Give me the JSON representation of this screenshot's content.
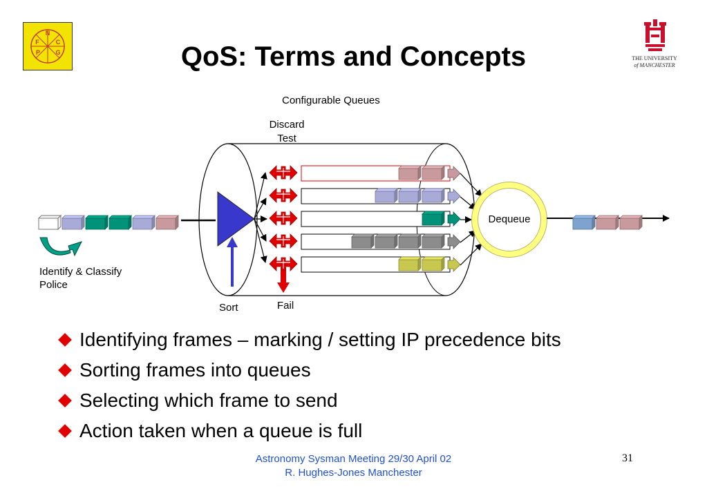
{
  "slide": {
    "title": "QoS: Terms and Concepts",
    "page_number": "31"
  },
  "logos": {
    "left_logo_letters": [
      "N",
      "F",
      "C",
      "P",
      "G"
    ],
    "university_line1": "THE UNIVERSITY",
    "university_line2": "of MANCHESTER"
  },
  "diagram": {
    "configurable_queues_label": "Configurable Queues",
    "discard_test_label_line1": "Discard",
    "discard_test_label_line2": "Test",
    "dequeue_label": "Dequeue",
    "identify_label_line1": "Identify & Classify",
    "identify_label_line2": "Police",
    "sort_label": "Sort",
    "fail_label": "Fail",
    "colors": {
      "rose": "#c89a9e",
      "lavender": "#a8abd8",
      "teal": "#00937a",
      "gray": "#8c8c8c",
      "olive": "#c8c850",
      "steelblue": "#7fa3cf",
      "red": "#e00000",
      "sort_triangle": "#3838cc",
      "dequeue_ring": "#ffff80"
    },
    "input_frames": [
      "empty",
      "lavender",
      "teal",
      "teal",
      "lavender",
      "rose"
    ],
    "queues": [
      {
        "frames": [
          "rose",
          "rose"
        ],
        "arrow": "rose"
      },
      {
        "frames": [
          "lavender",
          "lavender",
          "lavender"
        ],
        "arrow": "lavender"
      },
      {
        "frames": [
          "teal"
        ],
        "arrow": "teal"
      },
      {
        "frames": [
          "gray",
          "gray",
          "gray",
          "gray"
        ],
        "arrow": "gray"
      },
      {
        "frames": [
          "olive",
          "olive"
        ],
        "arrow": "olive"
      }
    ],
    "output_frames": [
      "steelblue",
      "rose",
      "rose"
    ]
  },
  "bullets": [
    "Identifying frames – marking / setting IP precedence bits",
    "Sorting frames into queues",
    "Selecting which frame to send",
    "Action taken when a queue is full"
  ],
  "footer": {
    "line1": "Astronomy Sysman Meeting  29/30 April 02",
    "line2": "R. Hughes-Jones  Manchester"
  }
}
